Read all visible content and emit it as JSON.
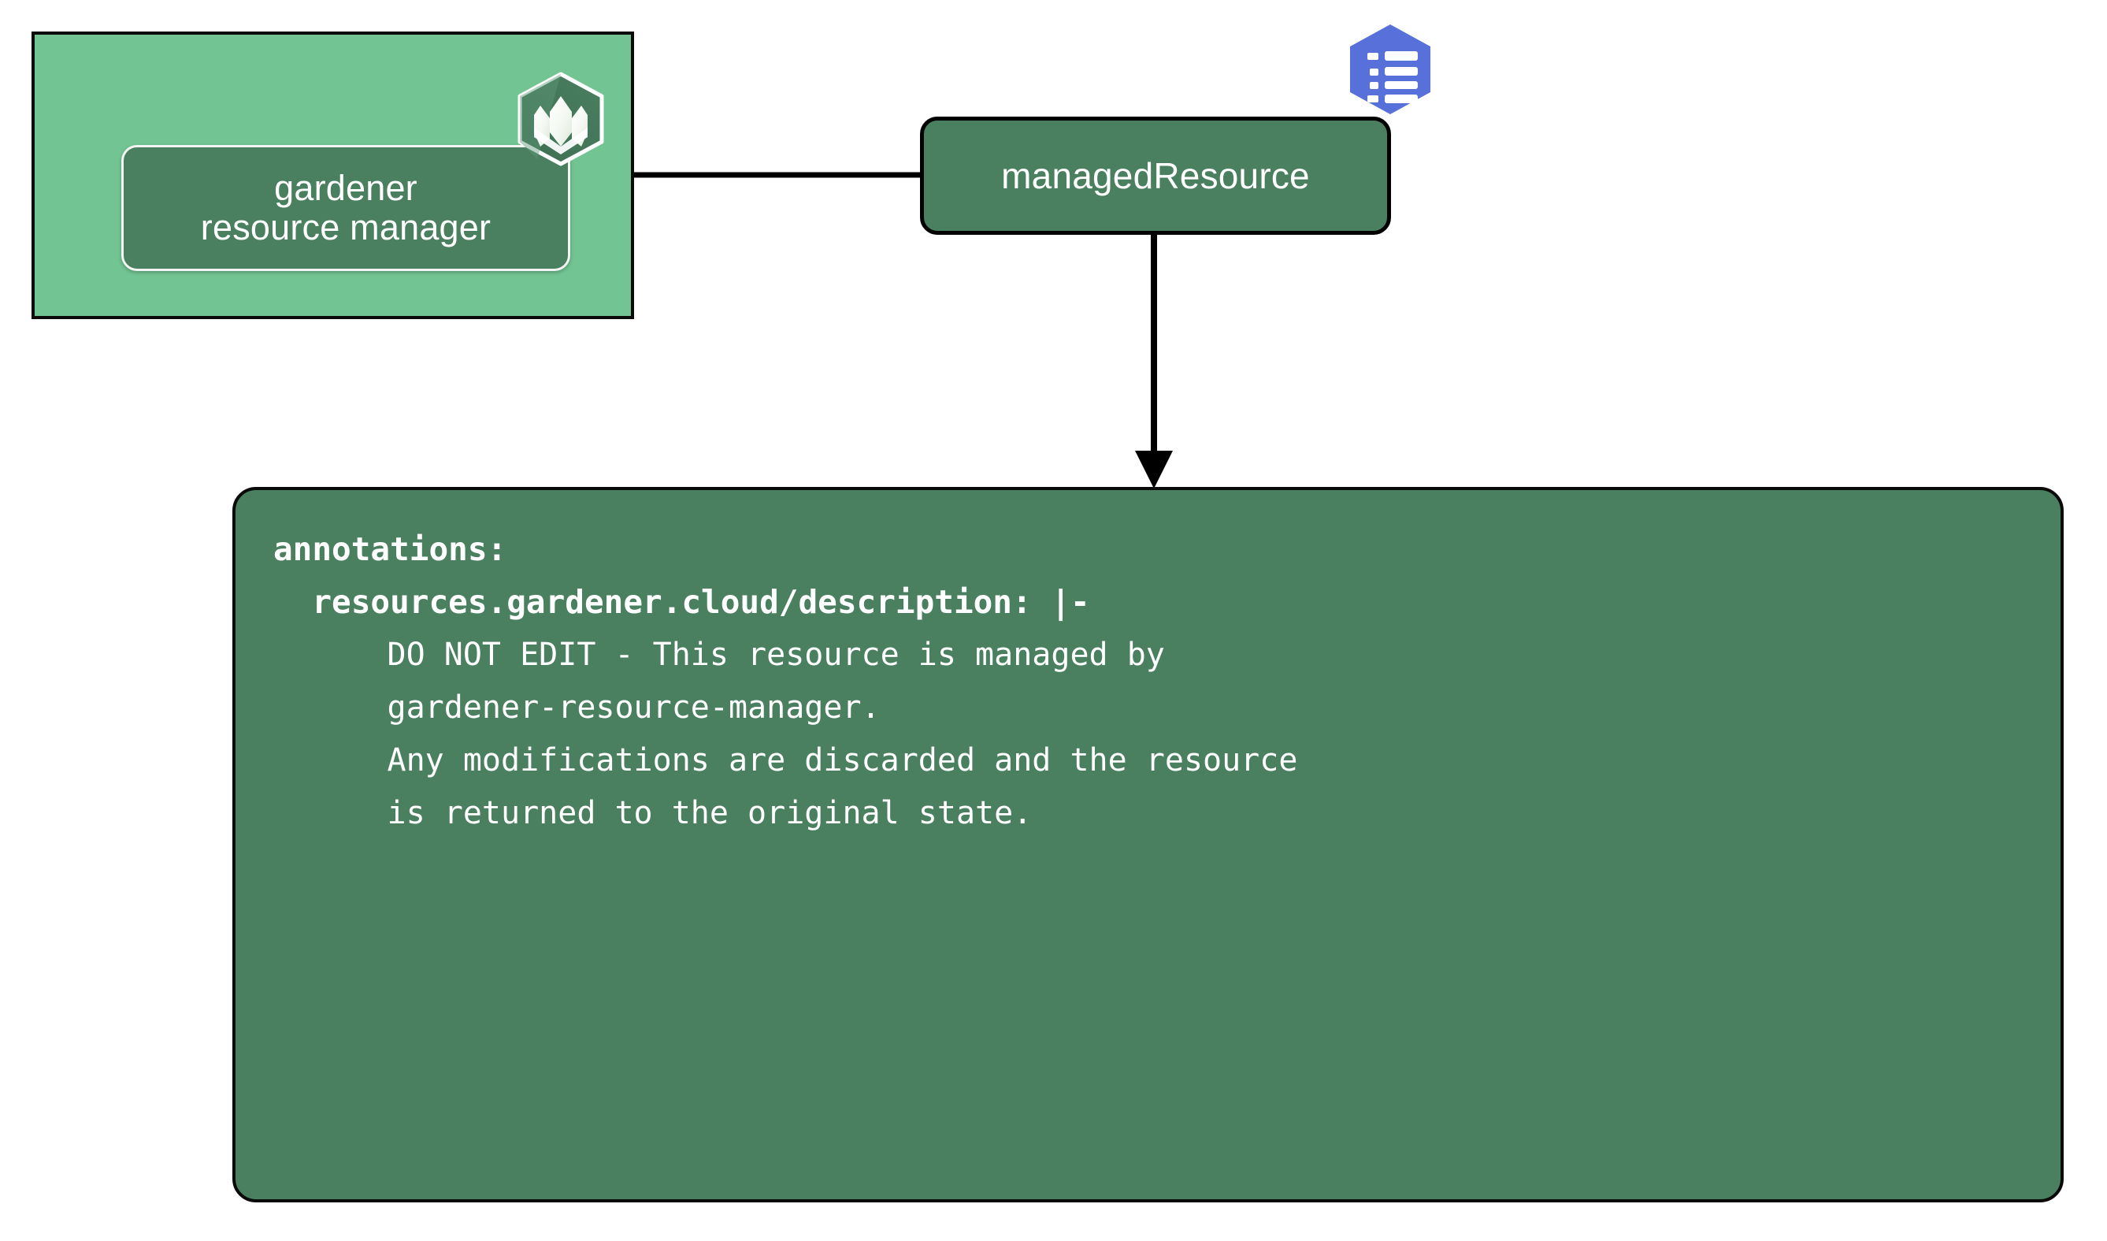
{
  "diagram": {
    "title": "gardener managedResource annotation flow",
    "background": "#ffffff",
    "colors": {
      "group_fill": "#72c492",
      "node_fill": "#4a7f60",
      "node_stroke": "#000000",
      "text": "#ffffff",
      "k8s_blue": "#5871da",
      "edge": "#000000"
    }
  },
  "gardener_group": {
    "name": "gardener-cluster-group",
    "component": {
      "lines": [
        "gardener",
        "resource manager"
      ],
      "icon": "gardener-logo-icon"
    }
  },
  "managed_resource": {
    "label": "managedResource",
    "icon": "kubernetes-resource-list-icon"
  },
  "edges": [
    {
      "name": "gardener-to-managedresource",
      "type": "line",
      "arrow": false
    },
    {
      "name": "managedresource-to-annotations",
      "type": "line",
      "arrow": true
    }
  ],
  "annotation_panel": {
    "name": "annotations-yaml-panel",
    "lines": [
      {
        "text": "annotations:",
        "style": "key",
        "indent": 0
      },
      {
        "text": "  resources.gardener.cloud/description: |-",
        "style": "key",
        "indent": 1
      },
      {
        "text": "      DO NOT EDIT - This resource is managed by",
        "style": "body",
        "indent": 2
      },
      {
        "text": "      gardener-resource-manager.",
        "style": "body",
        "indent": 2
      },
      {
        "text": "      Any modifications are discarded and the resource",
        "style": "body",
        "indent": 2
      },
      {
        "text": "      is returned to the original state.",
        "style": "body",
        "indent": 2
      }
    ]
  }
}
